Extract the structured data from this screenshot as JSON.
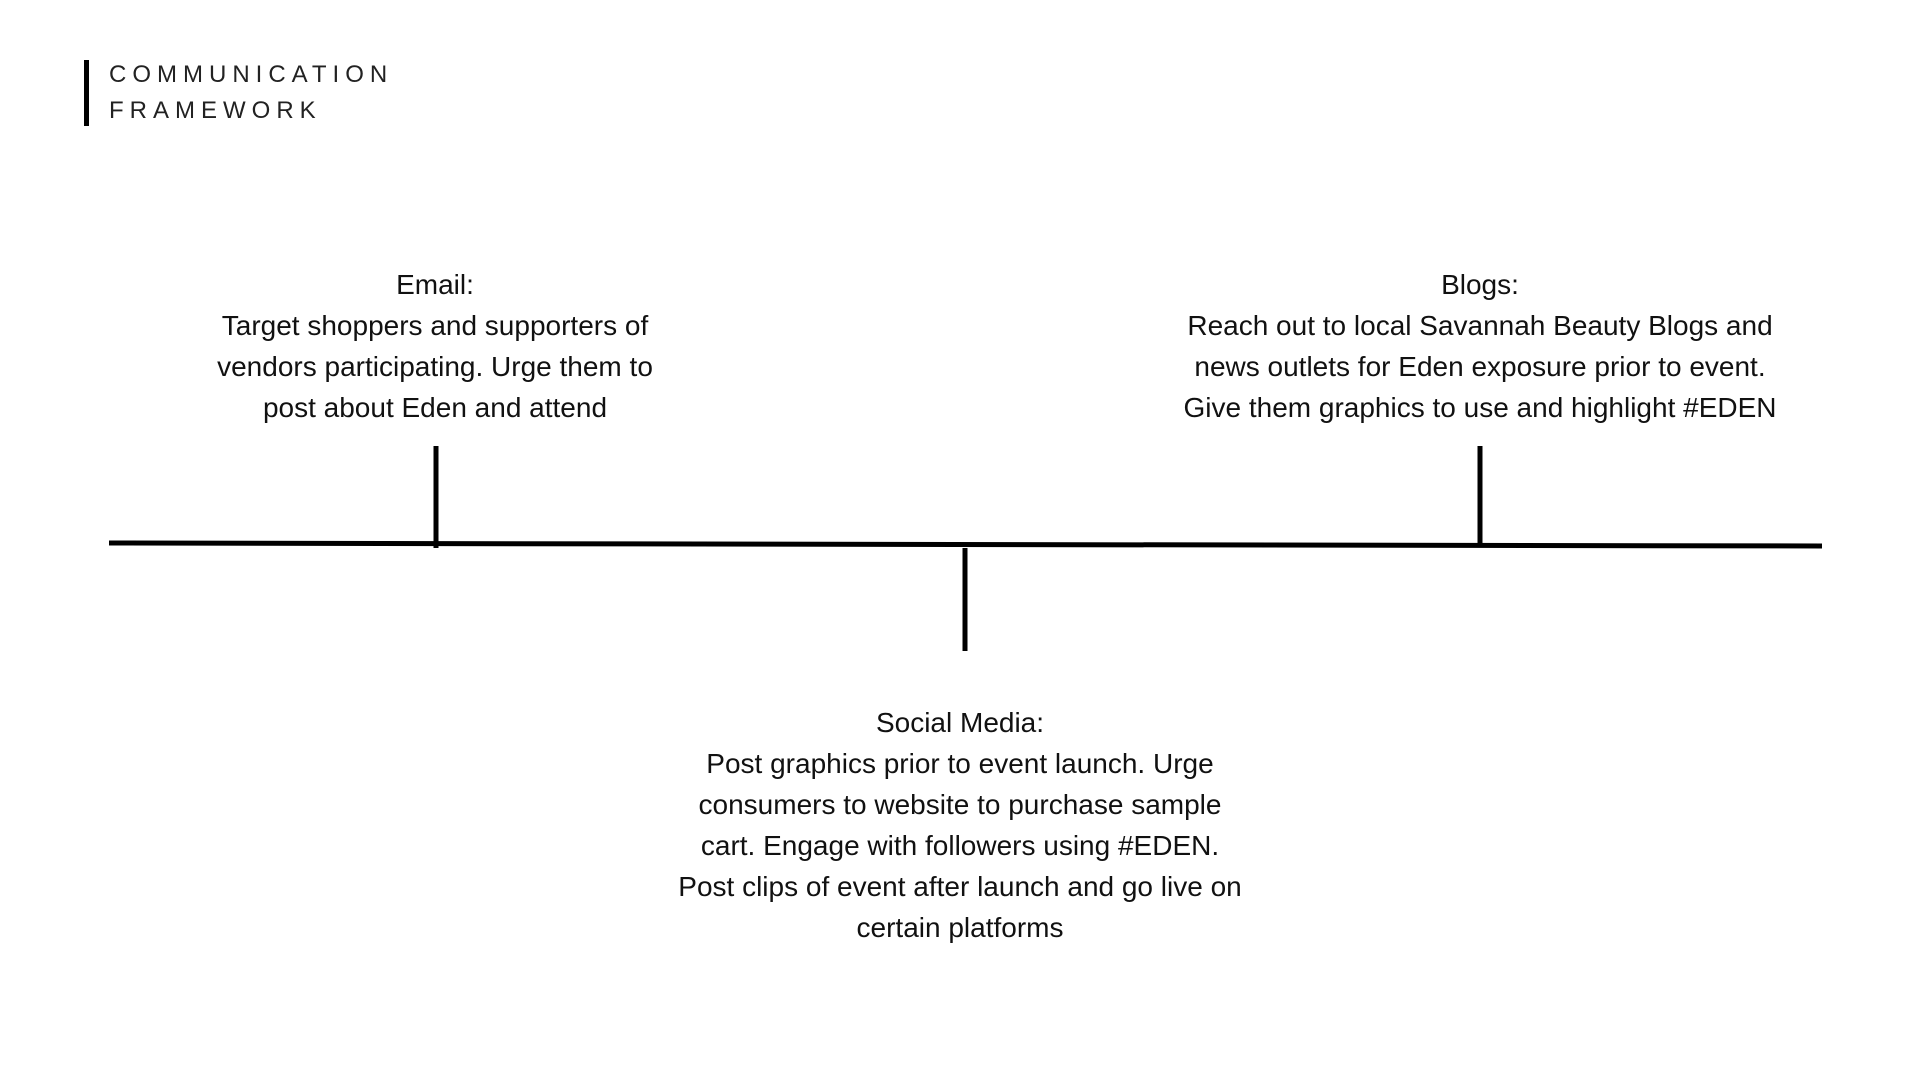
{
  "slide": {
    "title_line1": "COMMUNICATION",
    "title_line2": "FRAMEWORK"
  },
  "timeline": {
    "nodes": [
      {
        "id": "email",
        "heading": "Email:",
        "body": "Target shoppers and supporters of\nvendors participating. Urge them to\npost about Eden and attend",
        "side": "above"
      },
      {
        "id": "social",
        "heading": "Social Media:",
        "body": "Post graphics prior to event launch. Urge\nconsumers to website to purchase sample\ncart. Engage with followers using #EDEN.\nPost clips of event after launch and go live on\ncertain platforms",
        "side": "below"
      },
      {
        "id": "blogs",
        "heading": "Blogs:",
        "body": "Reach out to local Savannah Beauty Blogs and\nnews outlets for Eden exposure prior to event.\nGive them graphics to use and highlight #EDEN",
        "side": "above"
      }
    ],
    "line_color": "#000000"
  }
}
